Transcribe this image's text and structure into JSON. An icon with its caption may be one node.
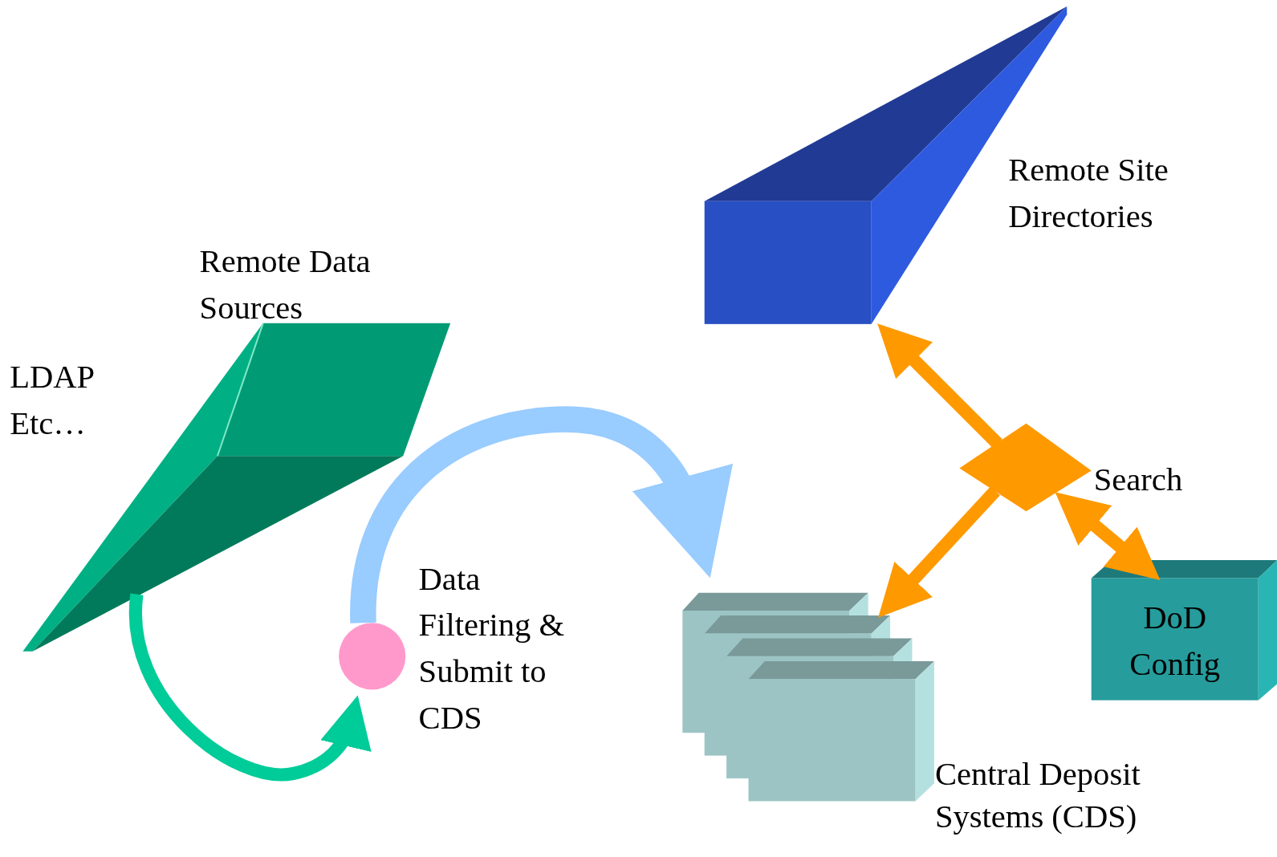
{
  "diagram": {
    "nodes": [
      {
        "text": [
          "Remote Data Sources"
        ],
        "beside": [
          "LDAP Etc…"
        ]
      },
      {
        "text": [
          "Data Filtering & Submit to CDS"
        ]
      },
      {
        "text": [
          "Central Deposit Systems (CDS)"
        ]
      },
      {
        "text": [
          "Remote Site Directories"
        ]
      },
      {
        "text": [
          "Search"
        ]
      },
      {
        "text": [
          "DoD Config"
        ]
      }
    ],
    "edges": [
      {
        "from": 0,
        "to": 1,
        "arrow": "to",
        "color": "#00cc99"
      },
      {
        "from": 1,
        "to": 2,
        "arrow": "to",
        "style": "thick",
        "color": "#99ccff"
      },
      {
        "from": 4,
        "to": 3,
        "arrow": "to"
      },
      {
        "from": 4,
        "to": 2,
        "arrow": "to"
      },
      {
        "from": 4,
        "to": 5,
        "arrow": "both"
      }
    ]
  }
}
